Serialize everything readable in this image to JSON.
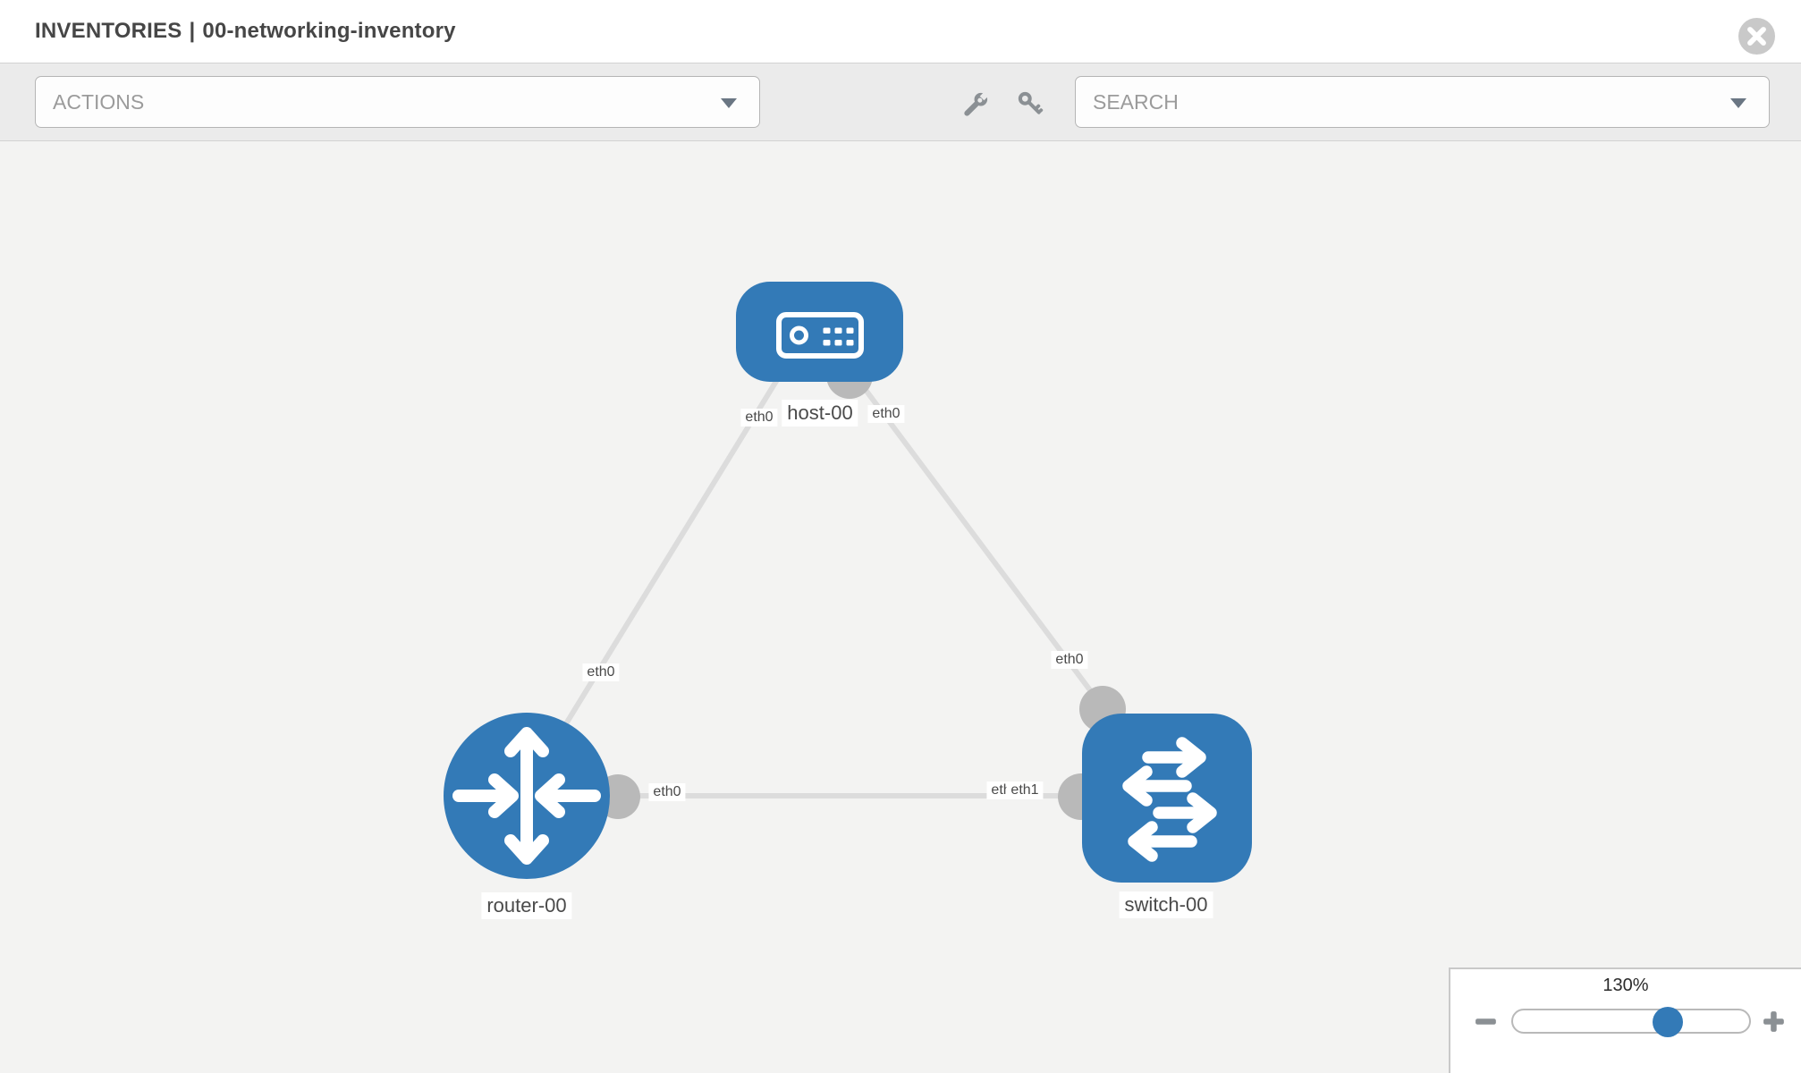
{
  "header": {
    "breadcrumb": "INVENTORIES",
    "separator": "|",
    "inventory_name": "00-networking-inventory"
  },
  "toolbar": {
    "actions_placeholder": "ACTIONS",
    "search_placeholder": "SEARCH",
    "icons": [
      "wrench-icon",
      "key-icon"
    ]
  },
  "topology": {
    "nodes": [
      {
        "label": "host-00",
        "type": "host",
        "icon": "server-icon"
      },
      {
        "label": "router-00",
        "type": "router",
        "icon": "router-arrows-icon"
      },
      {
        "label": "switch-00",
        "type": "switch",
        "icon": "switch-arrows-icon"
      }
    ],
    "links": [
      {
        "from": "host-00",
        "from_if": "eth0",
        "to": "router-00",
        "to_if": "eth0"
      },
      {
        "from": "host-00",
        "from_if": "eth0",
        "to": "switch-00",
        "to_if": "eth0"
      },
      {
        "from": "router-00",
        "from_if": "eth0",
        "to": "switch-00",
        "to_if": "eth1"
      }
    ],
    "interface_labels": [
      {
        "text": "eth0"
      },
      {
        "text": "eth0"
      },
      {
        "text": "eth0"
      },
      {
        "text": "eth0"
      },
      {
        "text": "eth0"
      },
      {
        "text": "eth0"
      },
      {
        "text": "eth1"
      }
    ],
    "colors": {
      "node_blue": "#337ab7",
      "port_gray": "#b9b9b9",
      "link_gray": "#dcdcdc"
    }
  },
  "zoom_panel": {
    "level": "130%",
    "value_percent": 130
  }
}
